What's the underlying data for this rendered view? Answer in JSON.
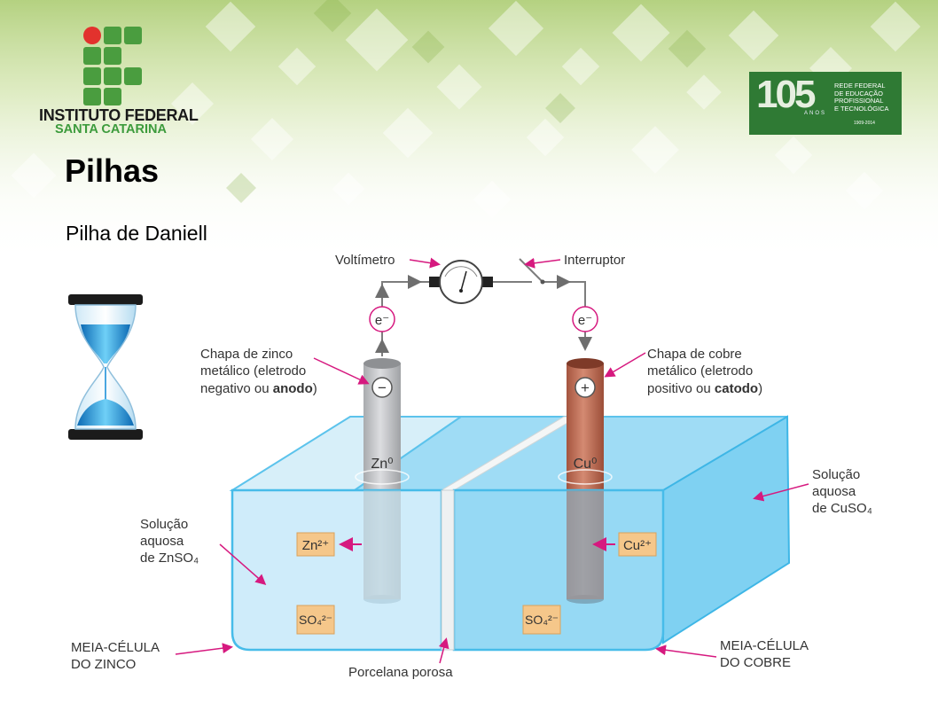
{
  "slide": {
    "title": "Pilhas",
    "subtitle": "Pilha de Daniell"
  },
  "logos": {
    "if_line1": "INSTITUTO FEDERAL",
    "if_line2": "SANTA CATARINA",
    "rede_number": "105",
    "rede_anos": "ANOS",
    "rede_lines": [
      "REDE FEDERAL",
      "DE EDUCAÇÃO",
      "PROFISSIONAL",
      "E TECNOLÓGICA"
    ],
    "rede_years": "1909-2014"
  },
  "diagram": {
    "voltimetro": "Voltímetro",
    "interruptor": "Interruptor",
    "electron": "e⁻",
    "zinc_plate_label": [
      "Chapa de zinco",
      "metálico (eletrodo",
      "negativo ou "
    ],
    "zinc_plate_bold": "anodo",
    "copper_plate_label": [
      "Chapa de cobre",
      "metálico (eletrodo",
      "positivo ou "
    ],
    "copper_plate_bold": "catodo",
    "minus_sign": "−",
    "plus_sign": "+",
    "zn_electrode": "Zn⁰",
    "cu_electrode": "Cu⁰",
    "zn_ion": "Zn²⁺",
    "cu_ion": "Cu²⁺",
    "sulfate_ion": "SO₄²⁻",
    "solucao_zn": [
      "Solução",
      "aquosa",
      "de ZnSO₄"
    ],
    "solucao_cu": [
      "Solução",
      "aquosa",
      "de CuSO₄"
    ],
    "meia_zinco": [
      "MEIA-CÉLULA",
      "DO ZINCO"
    ],
    "meia_cobre": [
      "MEIA-CÉLULA",
      "DO COBRE"
    ],
    "porcelana": "Porcelana porosa",
    "closing_paren": ")"
  },
  "colors": {
    "arrow_magenta": "#d6197f",
    "wire_gray": "#7d7d7d",
    "zinc_gray": "#c9cacc",
    "copper": "#c8765f",
    "solution_light": "#bfe6f8",
    "solution_blue": "#6ecbf0",
    "ion_box": "#f5c78a",
    "if_green": "#4a9d3f",
    "if_red": "#e2322d"
  }
}
